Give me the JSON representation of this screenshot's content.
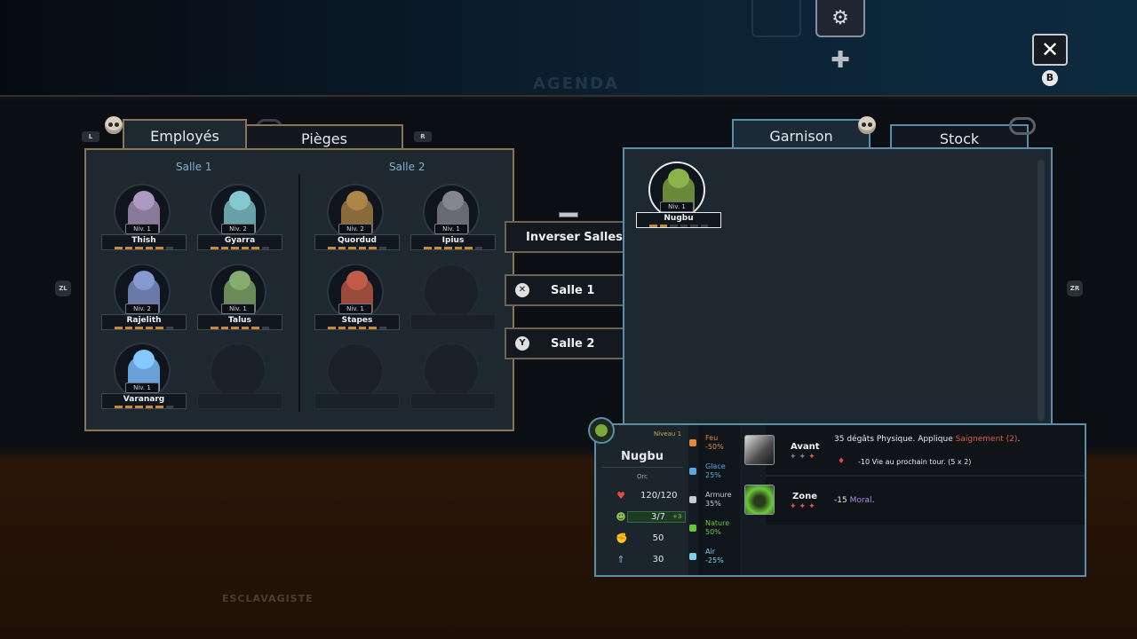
{
  "header": {
    "ghost_title": "AGENDA",
    "close_icon": "close-icon",
    "close_hint": "B",
    "gear_icon": "gear-icon",
    "plus_icon": "plus-icon"
  },
  "bottom_ghost": "ESCLAVAGISTE",
  "left_tabs": {
    "hint_left": "L",
    "hint_right": "R",
    "active": "Employés",
    "inactive": "Pièges"
  },
  "side_hints": {
    "left": "ZL",
    "right": "ZR"
  },
  "rooms": [
    {
      "title": "Salle 1",
      "employees": [
        {
          "name": "Thish",
          "level": "Niv. 1",
          "color": "#8a7a9a"
        },
        {
          "name": "Gyarra",
          "level": "Niv. 2",
          "color": "#6aa0a8"
        },
        {
          "name": "Rajelith",
          "level": "Niv. 2",
          "color": "#6a7aa8"
        },
        {
          "name": "Talus",
          "level": "Niv. 1",
          "color": "#6a8a5a"
        },
        {
          "name": "Varanarg",
          "level": "Niv. 1",
          "color": "#6aa0d8"
        }
      ]
    },
    {
      "title": "Salle 2",
      "employees": [
        {
          "name": "Quordud",
          "level": "Niv. 2",
          "color": "#8a6a3a"
        },
        {
          "name": "Ipius",
          "level": "Niv. 1",
          "color": "#6a6a72"
        },
        {
          "name": "Stapes",
          "level": "Niv. 1",
          "color": "#9a4a3a"
        }
      ]
    }
  ],
  "actions": {
    "swap": "Inverser Salles",
    "room1": "Salle 1",
    "room1_key": "✕",
    "room2": "Salle 2",
    "room2_key": "Y"
  },
  "right_tabs": {
    "active": "Garnison",
    "inactive": "Stock"
  },
  "garrison": [
    {
      "name": "Nugbu",
      "level": "Niv. 1",
      "color": "#6a8a3a"
    }
  ],
  "unit_card": {
    "level": "Niveau 1",
    "name": "Nugbu",
    "race": "Orc",
    "hp": "120/120",
    "morale": "3/7",
    "morale_bonus": "+3",
    "attack": "50",
    "speed": "30",
    "resistances": [
      {
        "name": "Feu",
        "value": "-50%",
        "color": "#e08a3a"
      },
      {
        "name": "Glace",
        "value": "25%",
        "color": "#5aa8e0"
      },
      {
        "name": "Armure",
        "value": "35%",
        "color": "#c8ccd2"
      },
      {
        "name": "Nature",
        "value": "50%",
        "color": "#6ac83a"
      },
      {
        "name": "Air",
        "value": "-25%",
        "color": "#7fd0e0"
      }
    ],
    "abilities": [
      {
        "name": "Avant",
        "desc_prefix": "35 dégâts Physique. Applique ",
        "desc_highlight": "Saignement (2)",
        "desc_suffix": ".",
        "sub_effect": "-10 Vie au prochain tour. (5 x 2)"
      },
      {
        "name": "Zone",
        "desc_prefix": "-15 ",
        "desc_highlight": "Moral",
        "desc_suffix": "."
      }
    ]
  }
}
